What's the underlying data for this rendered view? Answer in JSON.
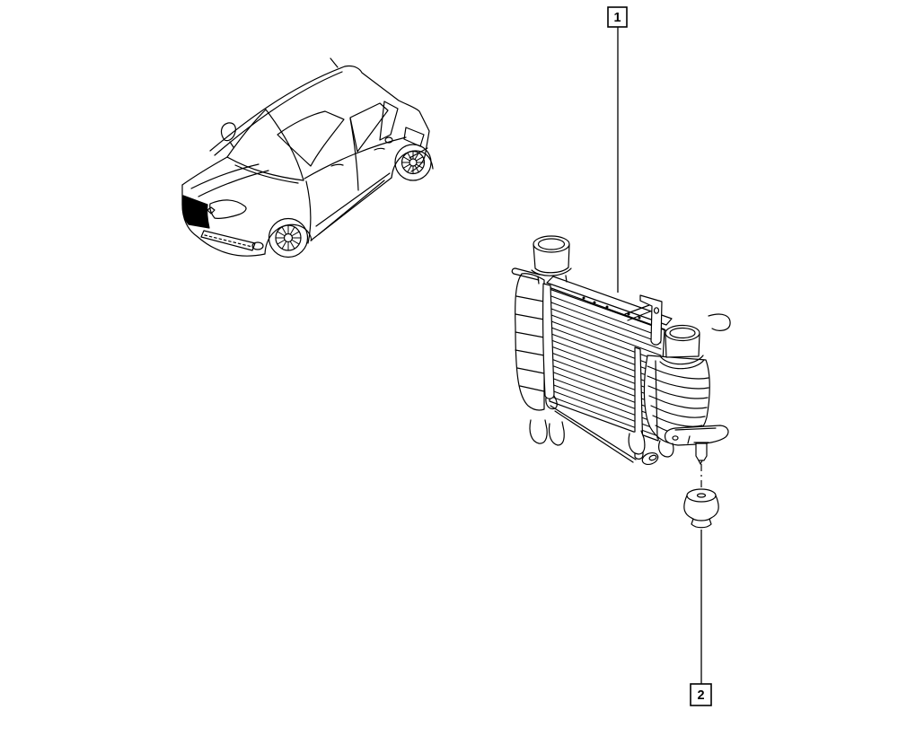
{
  "diagram": {
    "background_color": "#ffffff",
    "line_color": "#000000",
    "vehicle_illustration": "renault-hatchback-front-three-quarter-line-art",
    "part_illustration": "intercooler-charge-air-cooler-line-art",
    "fastener_illustration": "rubber-mounting-grommet-line-art"
  },
  "callouts": [
    {
      "label": "1"
    },
    {
      "label": "2"
    }
  ]
}
